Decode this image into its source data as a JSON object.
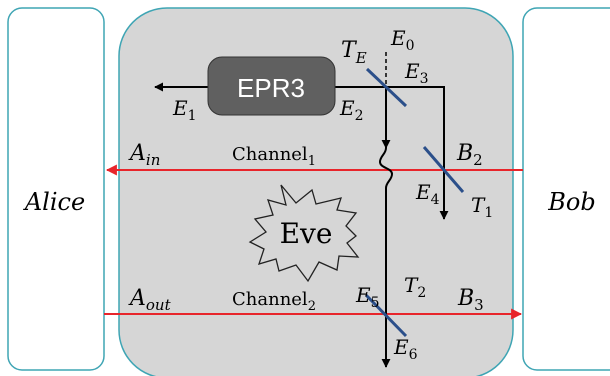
{
  "parties": {
    "left": "Alice",
    "right": "Bob"
  },
  "source_label": "EPR3",
  "eve_label": "Eve",
  "channels": {
    "ch1": {
      "text": "Channel",
      "sub": "1"
    },
    "ch2": {
      "text": "Channel",
      "sub": "2"
    }
  },
  "modes": {
    "A_in": {
      "base": "A",
      "sub": "in"
    },
    "A_out": {
      "base": "A",
      "sub": "out"
    },
    "B2": {
      "base": "B",
      "sub": "2"
    },
    "B3": {
      "base": "B",
      "sub": "3"
    },
    "E0": {
      "base": "E",
      "sub": "0"
    },
    "E1": {
      "base": "E",
      "sub": "1"
    },
    "E2": {
      "base": "E",
      "sub": "2"
    },
    "E3": {
      "base": "E",
      "sub": "3"
    },
    "E4": {
      "base": "E",
      "sub": "4"
    },
    "E5": {
      "base": "E",
      "sub": "5"
    },
    "E6": {
      "base": "E",
      "sub": "6"
    }
  },
  "beam_splitters": {
    "TE": {
      "base": "T",
      "sub": "E"
    },
    "T1": {
      "base": "T",
      "sub": "1"
    },
    "T2": {
      "base": "T",
      "sub": "2"
    }
  },
  "colors": {
    "channel_line": "#e8252b",
    "splitter": "#2b4f8a",
    "eve_box_fill": "#d6d6d6",
    "epr_fill": "#606060",
    "party_border": "#3fa5b4"
  }
}
